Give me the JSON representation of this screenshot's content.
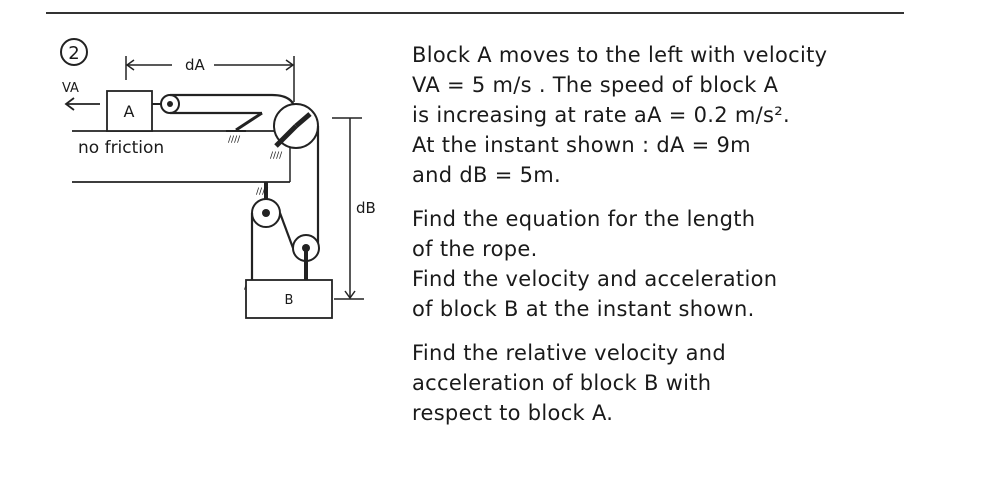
{
  "problem_number": "2",
  "figure": {
    "block_a_label": "A",
    "block_b_label": "B",
    "velocity_label": "VA",
    "distance_a_label": "dA",
    "distance_b_label": "dB",
    "friction_note": "no friction"
  },
  "statement": {
    "given": [
      "Block A moves to the left with velocity",
      "VA = 5 m/s . The speed of block A",
      "is increasing at rate aA = 0.2 m/s².",
      "At the instant shown : dA = 9m",
      "and dB = 5m."
    ],
    "tasks": [
      [
        "Find the equation for the length",
        "of the rope."
      ],
      [
        "Find the velocity and acceleration",
        "of block B at the instant shown."
      ],
      [
        "Find the relative velocity and",
        "acceleration of block B with",
        "respect to block A."
      ]
    ]
  }
}
